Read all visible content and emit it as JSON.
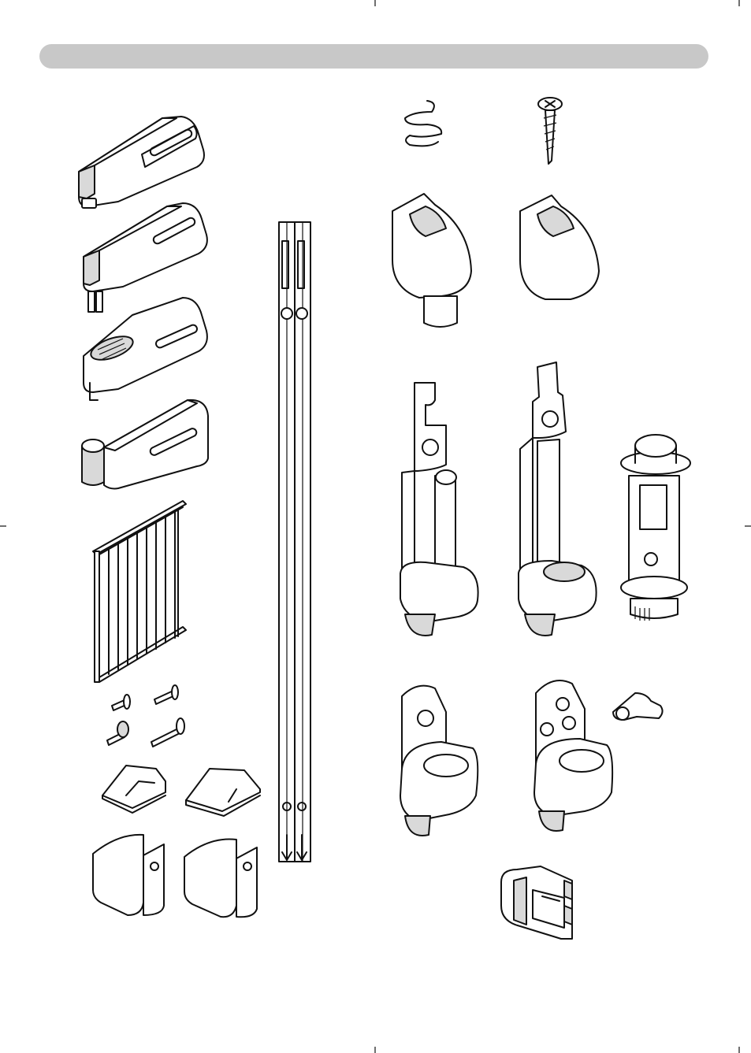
{
  "page": {
    "background": "#ffffff",
    "header_bar_color": "#c8c8c8",
    "line_color": "#111111"
  },
  "parts": [
    {
      "id": "latch-bracket-a",
      "icon": "latch-bracket-icon"
    },
    {
      "id": "latch-bracket-b",
      "icon": "latch-bracket-icon"
    },
    {
      "id": "lock-bracket-grip",
      "icon": "lock-bracket-icon"
    },
    {
      "id": "hinge-bracket",
      "icon": "hinge-bracket-icon"
    },
    {
      "id": "gate-panel",
      "icon": "gate-panel-icon"
    },
    {
      "id": "bolts-set",
      "icon": "bolt-icon"
    },
    {
      "id": "wall-caps",
      "icon": "wall-cap-icon"
    },
    {
      "id": "u-brackets",
      "icon": "u-bracket-icon"
    },
    {
      "id": "extension-posts",
      "icon": "extension-post-icon"
    },
    {
      "id": "spring",
      "icon": "spring-icon"
    },
    {
      "id": "screw",
      "icon": "screw-icon"
    },
    {
      "id": "post-cap-pin",
      "icon": "post-cap-icon"
    },
    {
      "id": "post-cap",
      "icon": "post-cap-icon"
    },
    {
      "id": "hinge-pin-top",
      "icon": "hinge-pin-icon"
    },
    {
      "id": "hinge-socket-top",
      "icon": "hinge-socket-icon"
    },
    {
      "id": "tension-spindle",
      "icon": "spindle-icon"
    },
    {
      "id": "wall-mount-single",
      "icon": "wall-mount-icon"
    },
    {
      "id": "wall-mount-double",
      "icon": "wall-mount-icon"
    },
    {
      "id": "small-clip",
      "icon": "clip-icon"
    },
    {
      "id": "catch-clip",
      "icon": "catch-icon"
    }
  ]
}
